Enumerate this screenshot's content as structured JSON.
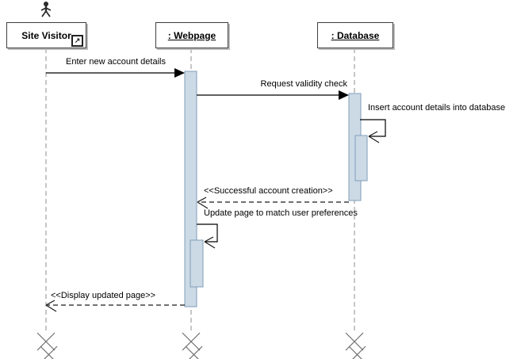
{
  "diagram": {
    "kind": "uml-sequence-diagram",
    "actors": [
      {
        "label": "Site Visitor",
        "decorator_glyph": "↗"
      },
      {
        "label": ": Webpage"
      },
      {
        "label": ": Database"
      }
    ],
    "messages": [
      {
        "label": "Enter new account details",
        "from": "Site Visitor",
        "to": ": Webpage",
        "line": "solid"
      },
      {
        "label": "Request validity check",
        "from": ": Webpage",
        "to": ": Database",
        "line": "solid"
      },
      {
        "label": "Insert account details into database",
        "from": ": Database",
        "to": ": Database",
        "line": "self"
      },
      {
        "label": "<<Successful account creation>>",
        "from": ": Database",
        "to": ": Webpage",
        "line": "dashed-return"
      },
      {
        "label": "Update page to match user preferences",
        "from": ": Webpage",
        "to": ": Webpage",
        "line": "self"
      },
      {
        "label": "<<Display updated page>>",
        "from": ": Webpage",
        "to": "Site Visitor",
        "line": "dashed-return"
      }
    ],
    "colors": {
      "activation_fill": "#ccdae6",
      "activation_border": "#7f9db9",
      "lifeline": "#a0a0a0",
      "arrow": "#000000",
      "box_border": "#3f3f3f",
      "box_shadow": "#bcbcbc"
    }
  }
}
